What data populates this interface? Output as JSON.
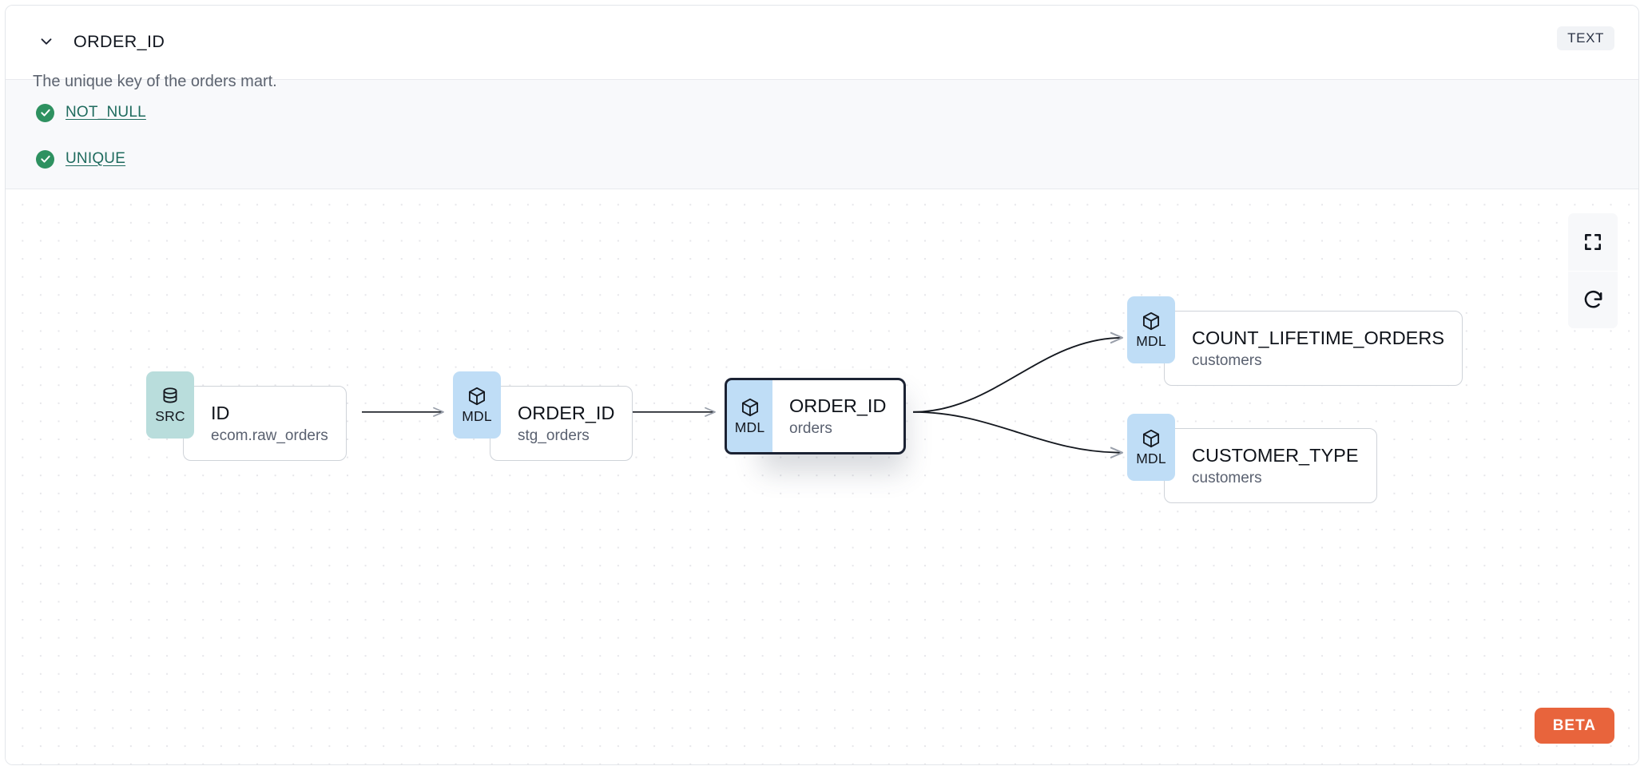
{
  "header": {
    "collapse_icon": "chevron-down-icon",
    "title": "ORDER_ID",
    "type_badge": "TEXT",
    "description": "The unique key of the orders mart."
  },
  "tests": {
    "items": [
      {
        "status_icon": "check-circle-icon",
        "label": "NOT_NULL"
      },
      {
        "status_icon": "check-circle-icon",
        "label": "UNIQUE"
      }
    ]
  },
  "lineage": {
    "controls": [
      {
        "name": "fit-view-button",
        "icon": "fullscreen-icon"
      },
      {
        "name": "reset-button",
        "icon": "refresh-icon"
      }
    ],
    "beta_label": "BETA",
    "nodes": [
      {
        "id": "src-id",
        "badge": "SRC",
        "badge_icon": "database-icon",
        "name": "ID",
        "source": "ecom.raw_orders",
        "selected": false
      },
      {
        "id": "mdl-stg-order-id",
        "badge": "MDL",
        "badge_icon": "cube-icon",
        "name": "ORDER_ID",
        "source": "stg_orders",
        "selected": false
      },
      {
        "id": "mdl-orders-order-id",
        "badge": "MDL",
        "badge_icon": "cube-icon",
        "name": "ORDER_ID",
        "source": "orders",
        "selected": true
      },
      {
        "id": "mdl-count-lifetime-orders",
        "badge": "MDL",
        "badge_icon": "cube-icon",
        "name": "COUNT_LIFETIME_ORDERS",
        "source": "customers",
        "selected": false
      },
      {
        "id": "mdl-customer-type",
        "badge": "MDL",
        "badge_icon": "cube-icon",
        "name": "CUSTOMER_TYPE",
        "source": "customers",
        "selected": false
      }
    ],
    "edges": [
      {
        "from": "src-id",
        "to": "mdl-stg-order-id"
      },
      {
        "from": "mdl-stg-order-id",
        "to": "mdl-orders-order-id"
      },
      {
        "from": "mdl-orders-order-id",
        "to": "mdl-count-lifetime-orders"
      },
      {
        "from": "mdl-orders-order-id",
        "to": "mdl-customer-type"
      }
    ]
  },
  "colors": {
    "src_badge": "#b9dddc",
    "mdl_badge": "#bfddf6",
    "test_pass": "#2e9160",
    "test_link": "#1f6b5e",
    "beta": "#e8643c",
    "selected_border": "#1b2233"
  }
}
